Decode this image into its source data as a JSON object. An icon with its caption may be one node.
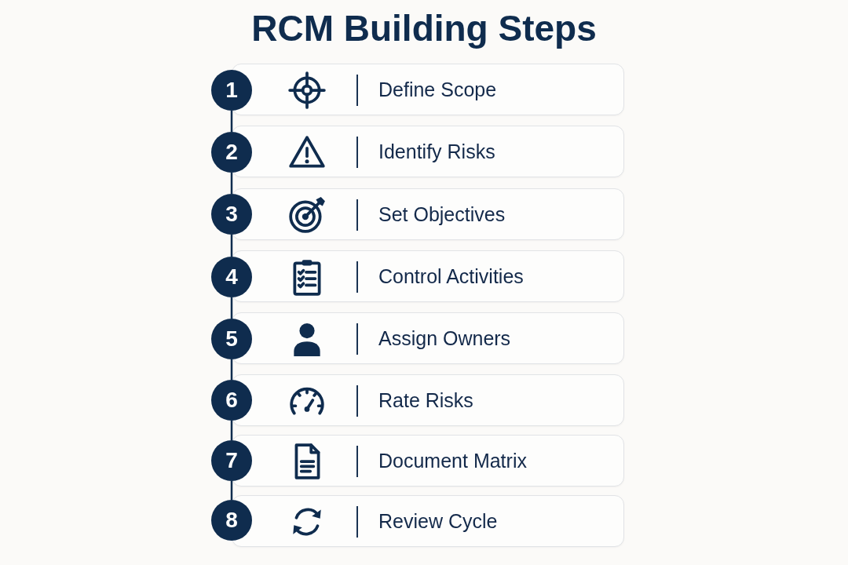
{
  "diagram": {
    "title": "RCM Building Steps",
    "nodes": [
      {
        "text": [
          "1"
        ]
      },
      {
        "text": [
          "Define Scope"
        ]
      },
      {
        "text": [
          "2"
        ]
      },
      {
        "text": [
          "Identify Risks"
        ]
      },
      {
        "text": [
          "3"
        ]
      },
      {
        "text": [
          "Set Objectives"
        ]
      },
      {
        "text": [
          "4"
        ]
      },
      {
        "text": [
          "Control Activities"
        ]
      },
      {
        "text": [
          "5"
        ]
      },
      {
        "text": [
          "Assign Owners"
        ]
      },
      {
        "text": [
          "6"
        ]
      },
      {
        "text": [
          "Rate Risks"
        ]
      },
      {
        "text": [
          "7"
        ]
      },
      {
        "text": [
          "Document Matrix"
        ]
      },
      {
        "text": [
          "8"
        ]
      },
      {
        "text": [
          "Review Cycle"
        ]
      }
    ],
    "edges": [
      {
        "from": 0,
        "to": 2,
        "arrow": "none"
      },
      {
        "from": 2,
        "to": 4,
        "arrow": "none"
      },
      {
        "from": 4,
        "to": 6,
        "arrow": "none"
      },
      {
        "from": 6,
        "to": 8,
        "arrow": "none"
      },
      {
        "from": 8,
        "to": 10,
        "arrow": "none"
      },
      {
        "from": 10,
        "to": 12,
        "arrow": "none"
      },
      {
        "from": 12,
        "to": 14,
        "arrow": "none"
      }
    ]
  }
}
